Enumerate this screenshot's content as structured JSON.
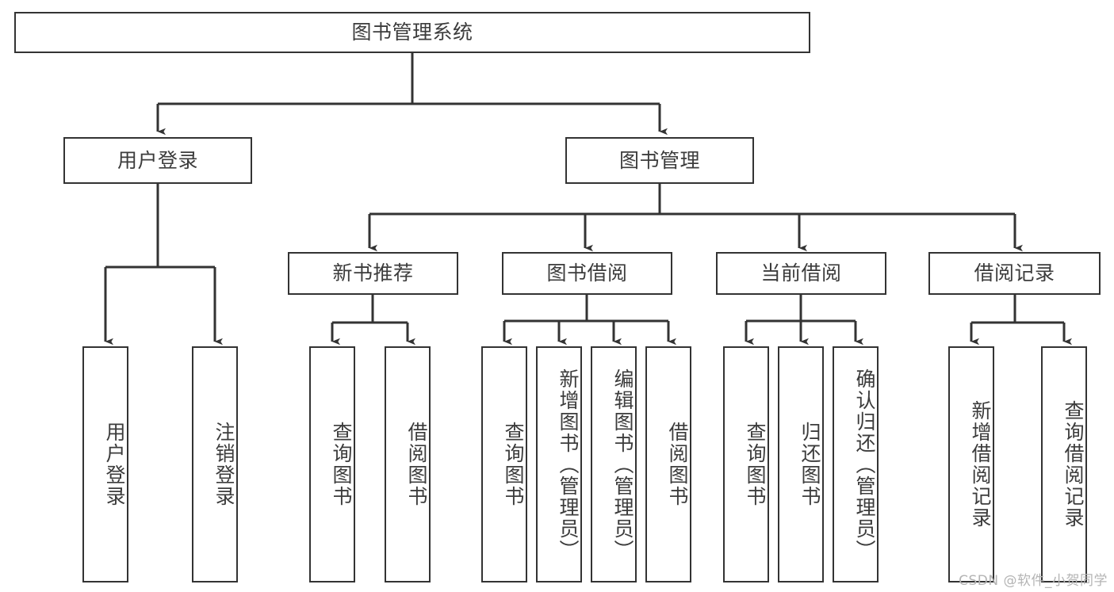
{
  "diagram": {
    "title": "图书管理系统",
    "type": "tree-hierarchy-diagram",
    "colors": {
      "background": "#ffffff",
      "box_fill": "#ffffff",
      "box_border": "#333333",
      "text": "#3c3c3c",
      "connector": "#333333",
      "watermark_text": "#b4b4b4"
    },
    "root": {
      "label": "图书管理系统"
    },
    "level2": [
      {
        "label": "用户登录"
      },
      {
        "label": "图书管理"
      }
    ],
    "level3": [
      {
        "label": "新书推荐"
      },
      {
        "label": "图书借阅"
      },
      {
        "label": "当前借阅"
      },
      {
        "label": "借阅记录"
      }
    ],
    "leaves": {
      "user_login": [
        {
          "label": "用户登录"
        },
        {
          "label": "注销登录"
        }
      ],
      "new_book_recommend": [
        {
          "label": "查询图书"
        },
        {
          "label": "借阅图书"
        }
      ],
      "book_borrow": [
        {
          "label": "查询图书"
        },
        {
          "label": "新增图书（管理员）"
        },
        {
          "label": "编辑图书（管理员）"
        },
        {
          "label": "借阅图书"
        }
      ],
      "current_borrow": [
        {
          "label": "查询图书"
        },
        {
          "label": "归还图书"
        },
        {
          "label": "确认归还（管理员）"
        }
      ],
      "borrow_record": [
        {
          "label": "新增借阅记录"
        },
        {
          "label": "查询借阅记录"
        }
      ]
    },
    "watermark": "CSDN @软件_小贺同学"
  }
}
